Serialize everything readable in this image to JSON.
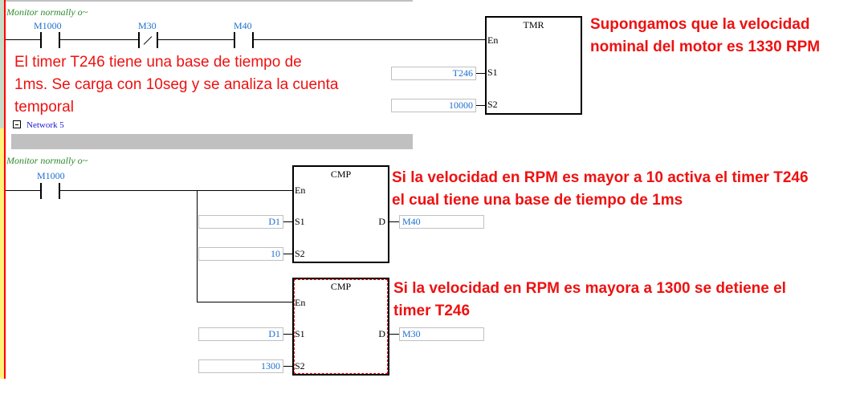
{
  "left_gutter": {
    "top_color": "#c8dcc8",
    "bottom_color": "#fff27a",
    "line_color": "#ff0000"
  },
  "network4": {
    "comment": "Monitor normally o~",
    "contacts": [
      {
        "label": "M1000",
        "type": "normally-open"
      },
      {
        "label": "M30",
        "type": "normally-closed"
      },
      {
        "label": "M40",
        "type": "normally-open"
      }
    ],
    "block": {
      "name": "TMR",
      "pins": {
        "en": "En",
        "s1": "S1",
        "s2": "S2"
      },
      "s1_value": "T246",
      "s2_value": "10000"
    },
    "note_left": [
      "El timer T246 tiene una base de tiempo de",
      "1ms. Se carga con 10seg y se analiza la cuenta",
      "temporal"
    ],
    "note_right": [
      "Supongamos que la velocidad",
      "nominal del motor es 1330 RPM"
    ]
  },
  "network5": {
    "header": "Network 5",
    "comment": "Monitor normally o~",
    "contacts": [
      {
        "label": "M1000",
        "type": "normally-open"
      }
    ],
    "blocks": [
      {
        "name": "CMP",
        "pins": {
          "en": "En",
          "s1": "S1",
          "s2": "S2",
          "d": "D"
        },
        "s1_value": "D1",
        "s2_value": "10",
        "d_value": "M40",
        "note": [
          "Si la velocidad en RPM es mayor a 10 activa el timer T246",
          "el cual tiene una base de tiempo de 1ms"
        ]
      },
      {
        "name": "CMP",
        "selected": true,
        "pins": {
          "en": "En",
          "s1": "S1",
          "s2": "S2",
          "d": "D"
        },
        "s1_value": "D1",
        "s2_value": "1300",
        "d_value": "M30",
        "note": [
          "Si la velocidad en RPM es mayora a 1300 se detiene el",
          "timer T246"
        ]
      }
    ]
  }
}
